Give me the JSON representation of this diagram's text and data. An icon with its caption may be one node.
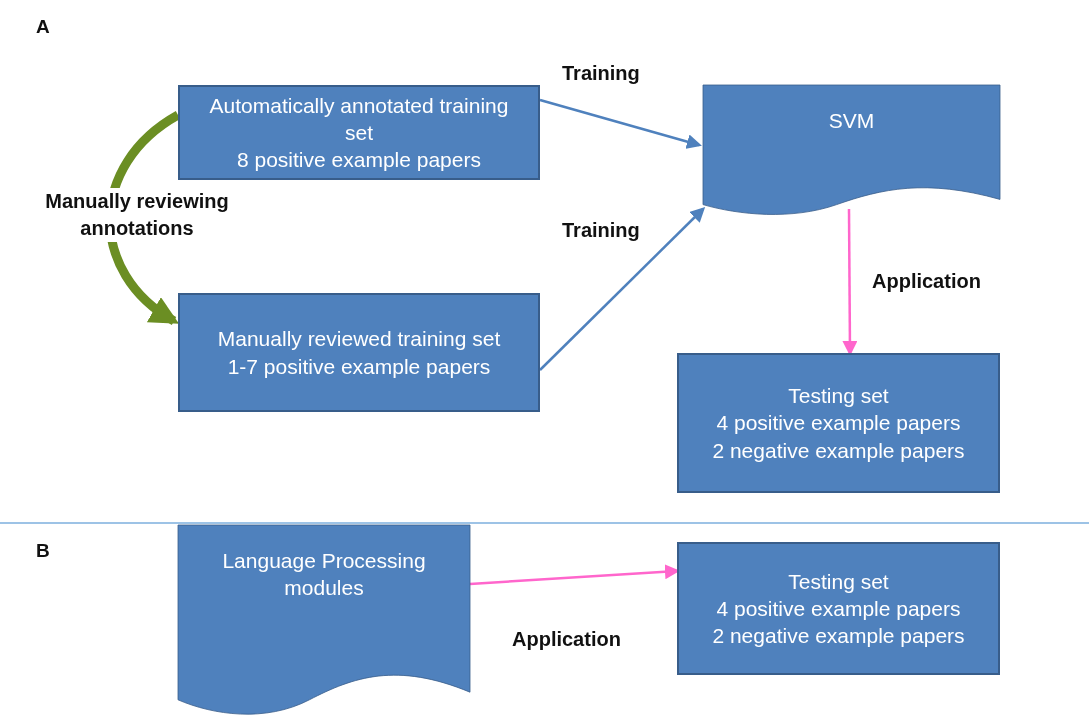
{
  "diagram": {
    "nodes": [
      {
        "text": [
          "Automatically annotated training set",
          "8 positive example papers"
        ]
      },
      {
        "text": [
          "Manually reviewed training set",
          "1-7 positive example papers"
        ]
      },
      {
        "text": [
          "SVM"
        ]
      },
      {
        "text": [
          "Testing set",
          "4 positive example papers",
          "2 negative example papers"
        ]
      },
      {
        "text": [
          "Language Processing modules"
        ]
      },
      {
        "text": [
          "Testing set",
          "4 positive example papers",
          "2 negative example papers"
        ]
      }
    ],
    "edges": [
      {
        "from": 0,
        "to": 2,
        "arrow": "to",
        "label": "Training"
      },
      {
        "from": 1,
        "to": 2,
        "arrow": "to",
        "label": "Training"
      },
      {
        "from": 0,
        "to": 1,
        "arrow": "to",
        "label": "Manually reviewing annotations",
        "style": "thick",
        "color": "#6b8e23"
      },
      {
        "from": 2,
        "to": 3,
        "arrow": "to",
        "label": "Application",
        "color": "#ff66cc"
      },
      {
        "from": 4,
        "to": 5,
        "arrow": "to",
        "label": "Application",
        "color": "#ff66cc"
      }
    ],
    "labels": [
      "A",
      "B"
    ]
  }
}
